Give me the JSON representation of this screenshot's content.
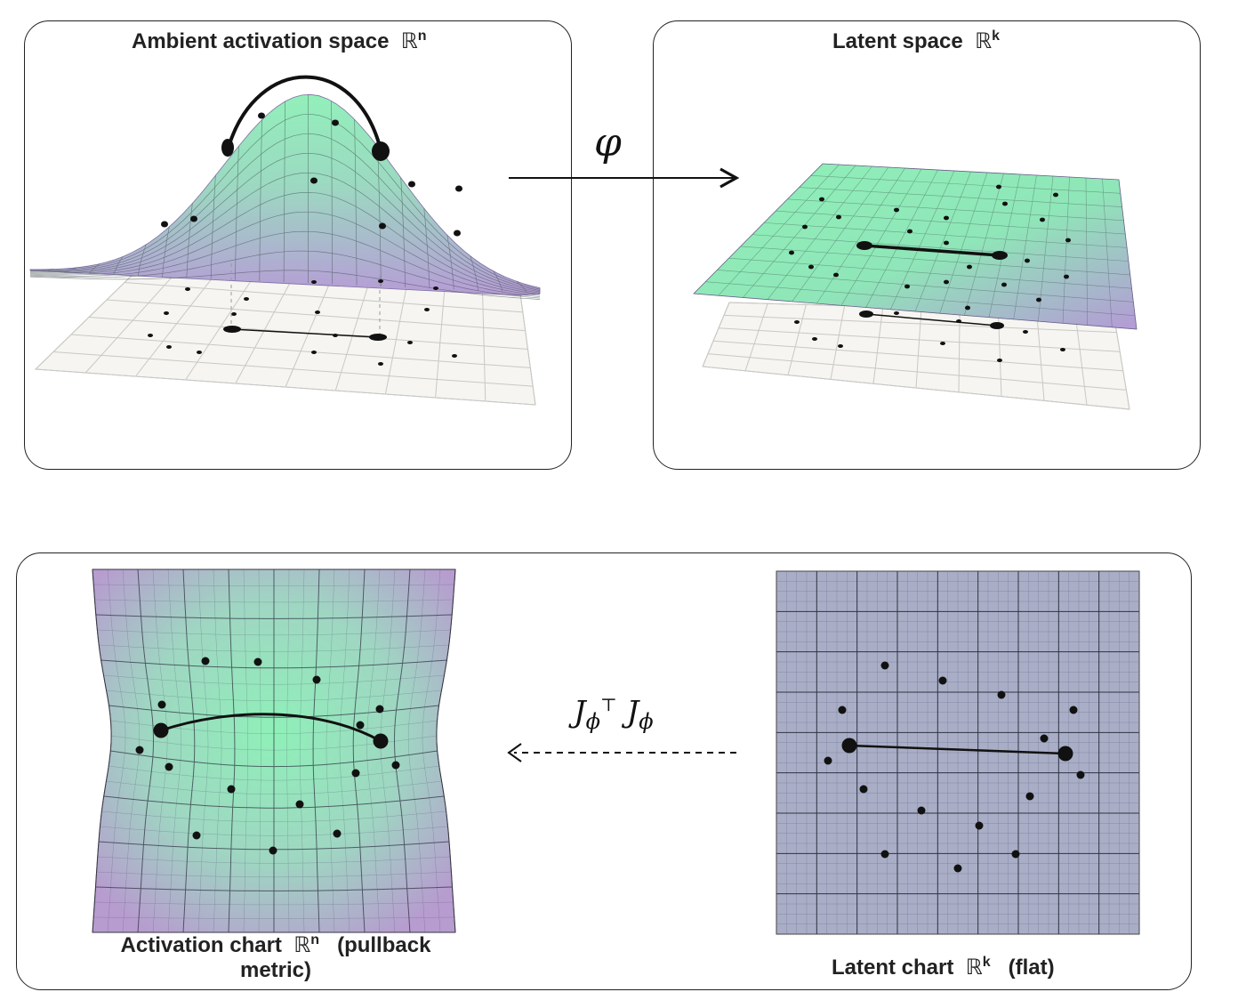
{
  "panels": {
    "ambient": {
      "title": "Ambient activation space",
      "space": "ℝ",
      "exp": "n"
    },
    "latent": {
      "title": "Latent space",
      "space": "ℝ",
      "exp": "k"
    },
    "activation_chart": {
      "title_line1": "Activation chart",
      "space": "ℝ",
      "exp": "n",
      "suffix": "(pullback",
      "title_line2": "metric)"
    },
    "latent_chart": {
      "title": "Latent chart",
      "space": "ℝ",
      "exp": "k",
      "suffix": "(flat)"
    }
  },
  "maps": {
    "phi": "φ",
    "pullback": {
      "J": "J",
      "sub": "ϕ",
      "sup": "⊤"
    }
  },
  "colors": {
    "green": "#8ff0b8",
    "purple": "#b59ad6",
    "flat_chart": "#a9aec6",
    "grid_plane": "#f6f5f1",
    "ink": "#111111"
  }
}
